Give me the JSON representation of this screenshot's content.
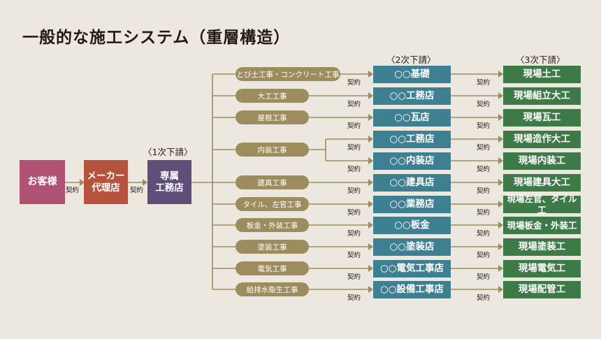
{
  "title": "一般的な施工システム（重層構造）",
  "colors": {
    "client": "#b05273",
    "maker": "#b5533f",
    "tier1": "#5e4e7a",
    "tier2": "#3f7f92",
    "tier3": "#3d7a48",
    "trade": "#9d8c5d",
    "line": "#9d8c5d"
  },
  "client": {
    "label": "お客様"
  },
  "maker": {
    "line1": "メーカー",
    "line2": "代理店"
  },
  "tier1": {
    "header": "〈1次下請〉",
    "line1": "専属",
    "line2": "工務店"
  },
  "tier2_header": "〈2次下請〉",
  "tier3_header": "〈3次下請〉",
  "contract_label": "契約",
  "trades": [
    "とび土工事・コンクリート工事",
    "大工工事",
    "屋根工事",
    "内装工事",
    "建具工事",
    "タイル、左官工事",
    "板金・外装工事",
    "塗装工事",
    "電気工事",
    "給排水衛生工事"
  ],
  "tier2": [
    "○○基礎",
    "○○工務店",
    "○○瓦店",
    "○○工務店",
    "○○内装店",
    "○○建具店",
    "○○業務店",
    "○○板金",
    "○○塗装店",
    "○○電気工事店",
    "○○設備工事店"
  ],
  "tier3": [
    "現場土工",
    "現場組立大工",
    "現場瓦工",
    "現場造作大工",
    "現場内装工",
    "現場建具大工",
    "現場左官、タイル工",
    "現場板金・外装工",
    "現場塗装工",
    "現場電気工",
    "現場配管工"
  ]
}
